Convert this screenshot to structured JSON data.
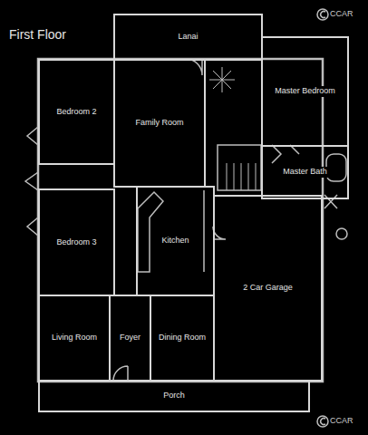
{
  "diagram": {
    "title": "First Floor",
    "nodes": [
      {
        "text": [
          "Lanai"
        ]
      },
      {
        "text": [
          "Master Bedroom"
        ]
      },
      {
        "text": [
          "Bedroom 2"
        ]
      },
      {
        "text": [
          "Family Room"
        ]
      },
      {
        "text": [
          "Master Bath"
        ]
      },
      {
        "text": [
          "Bedroom 3"
        ]
      },
      {
        "text": [
          "Kitchen"
        ]
      },
      {
        "text": [
          "2 Car Garage"
        ]
      },
      {
        "text": [
          "Living Room"
        ]
      },
      {
        "text": [
          "Foyer"
        ]
      },
      {
        "text": [
          "Dining Room"
        ]
      },
      {
        "text": [
          "Porch"
        ]
      }
    ],
    "labels": [
      "CCAR",
      "CCAR"
    ]
  }
}
